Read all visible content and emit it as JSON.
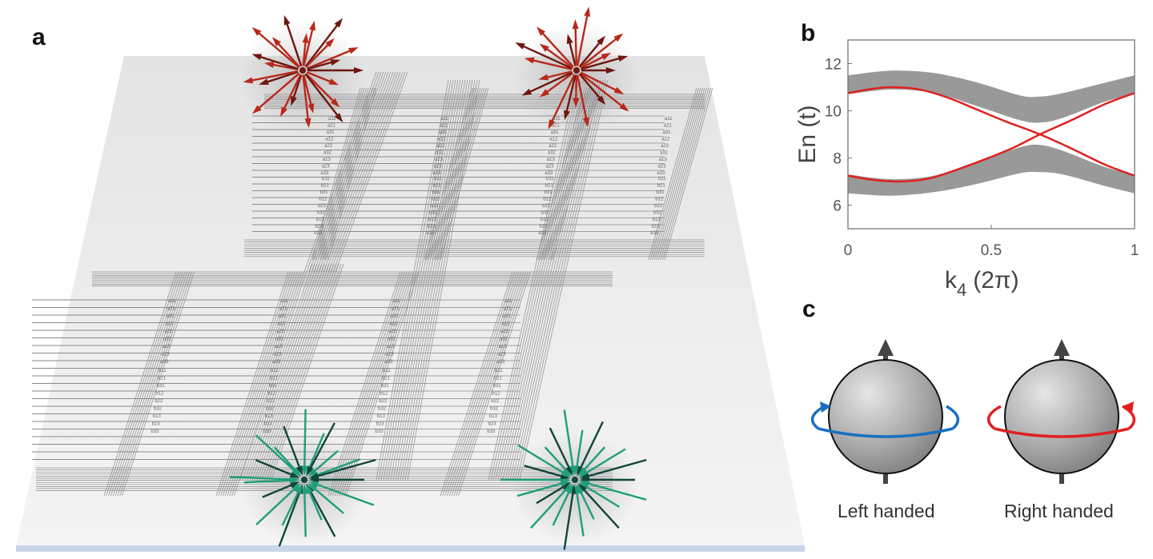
{
  "panels": {
    "a": "a",
    "b": "b",
    "c": "c"
  },
  "circuit": {
    "labels_a": [
      "a11",
      "a21",
      "a31",
      "a12",
      "a22",
      "a32",
      "a13",
      "a23",
      "a33"
    ],
    "labels_b": [
      "b11",
      "b21",
      "b31",
      "b12",
      "b22",
      "b32",
      "b13",
      "b23",
      "b33"
    ]
  },
  "monopoles": {
    "source_color": "#b8281c",
    "sink_color": "#1f9e7a"
  },
  "chart_data": {
    "type": "line",
    "title": "",
    "xlabel": "k",
    "xlabel_sub": "4",
    "xlabel_unit": "(2π)",
    "ylabel": "En (t)",
    "xlim": [
      0,
      1
    ],
    "ylim": [
      5,
      13
    ],
    "xticks": [
      "0",
      "0.5",
      "1"
    ],
    "xtick_values": [
      0,
      0.5,
      1
    ],
    "yticks": [
      "6",
      "8",
      "10",
      "12"
    ],
    "ytick_values": [
      6,
      8,
      10,
      12
    ],
    "bands": [
      {
        "name": "upper bulk band",
        "color": "#999999",
        "k": [
          0,
          0.15,
          0.3,
          0.45,
          0.6,
          0.67,
          0.75,
          0.9,
          1
        ],
        "low": [
          10.7,
          10.9,
          10.75,
          10.2,
          9.6,
          9.5,
          9.7,
          10.4,
          10.7
        ],
        "high": [
          11.5,
          11.7,
          11.6,
          11.2,
          10.65,
          10.6,
          10.75,
          11.2,
          11.5
        ]
      },
      {
        "name": "lower bulk band",
        "color": "#999999",
        "k": [
          0,
          0.15,
          0.3,
          0.45,
          0.6,
          0.67,
          0.75,
          0.9,
          1
        ],
        "low": [
          6.5,
          6.4,
          6.55,
          6.9,
          7.35,
          7.4,
          7.3,
          6.8,
          6.5
        ],
        "high": [
          7.3,
          7.1,
          7.25,
          7.85,
          8.45,
          8.55,
          8.3,
          7.6,
          7.3
        ]
      }
    ],
    "series": [
      {
        "name": "edge state 1",
        "color": "#e02020",
        "k": [
          0,
          0.08,
          0.15,
          0.25,
          0.35,
          0.45,
          0.55,
          0.67,
          0.78,
          0.9,
          1
        ],
        "values": [
          10.75,
          10.92,
          11.0,
          10.9,
          10.55,
          10.05,
          9.55,
          9.0,
          8.4,
          7.7,
          7.25
        ]
      },
      {
        "name": "edge state 2",
        "color": "#e02020",
        "k": [
          0,
          0.08,
          0.18,
          0.28,
          0.38,
          0.48,
          0.58,
          0.67,
          0.78,
          0.9,
          1
        ],
        "values": [
          7.25,
          7.08,
          7.0,
          7.12,
          7.5,
          7.95,
          8.45,
          9.0,
          9.6,
          10.3,
          10.75
        ]
      }
    ]
  },
  "spheres": [
    {
      "caption": "Left handed",
      "ring_color": "#1a6fc0"
    },
    {
      "caption": "Right handed",
      "ring_color": "#e02020"
    }
  ]
}
